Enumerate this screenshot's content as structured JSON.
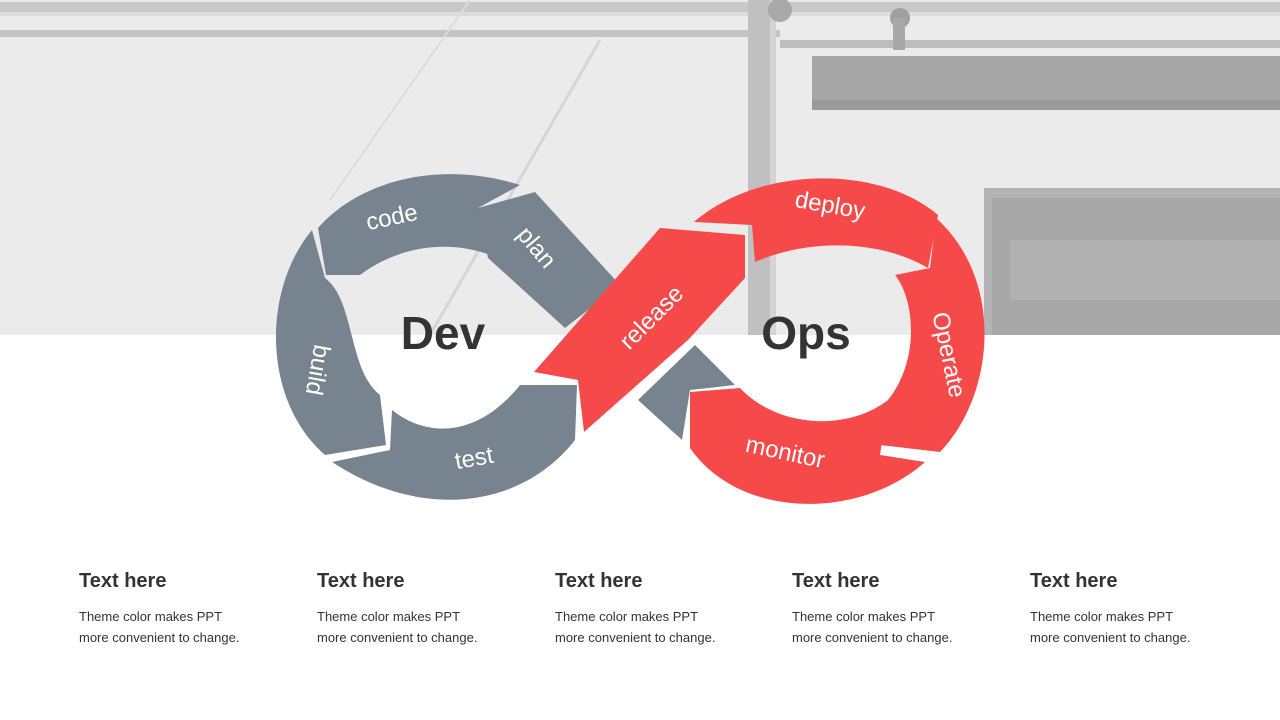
{
  "diagram": {
    "left_label": "Dev",
    "right_label": "Ops",
    "segments": {
      "code": "code",
      "plan": "plan",
      "build": "build",
      "test": "test",
      "release": "release",
      "deploy": "deploy",
      "operate": "Operate",
      "monitor": "monitor"
    },
    "colors": {
      "dev": "#77838f",
      "ops": "#f64a4a",
      "text": "#333333"
    }
  },
  "columns": [
    {
      "title": "Text here",
      "body": "Theme color makes PPT\nmore convenient  to change."
    },
    {
      "title": "Text here",
      "body": "Theme color makes PPT\nmore convenient  to change."
    },
    {
      "title": "Text here",
      "body": "Theme color makes PPT\nmore convenient  to change."
    },
    {
      "title": "Text here",
      "body": "Theme color makes PPT\nmore convenient  to change."
    },
    {
      "title": "Text here",
      "body": "Theme color makes PPT\nmore convenient  to change."
    }
  ]
}
